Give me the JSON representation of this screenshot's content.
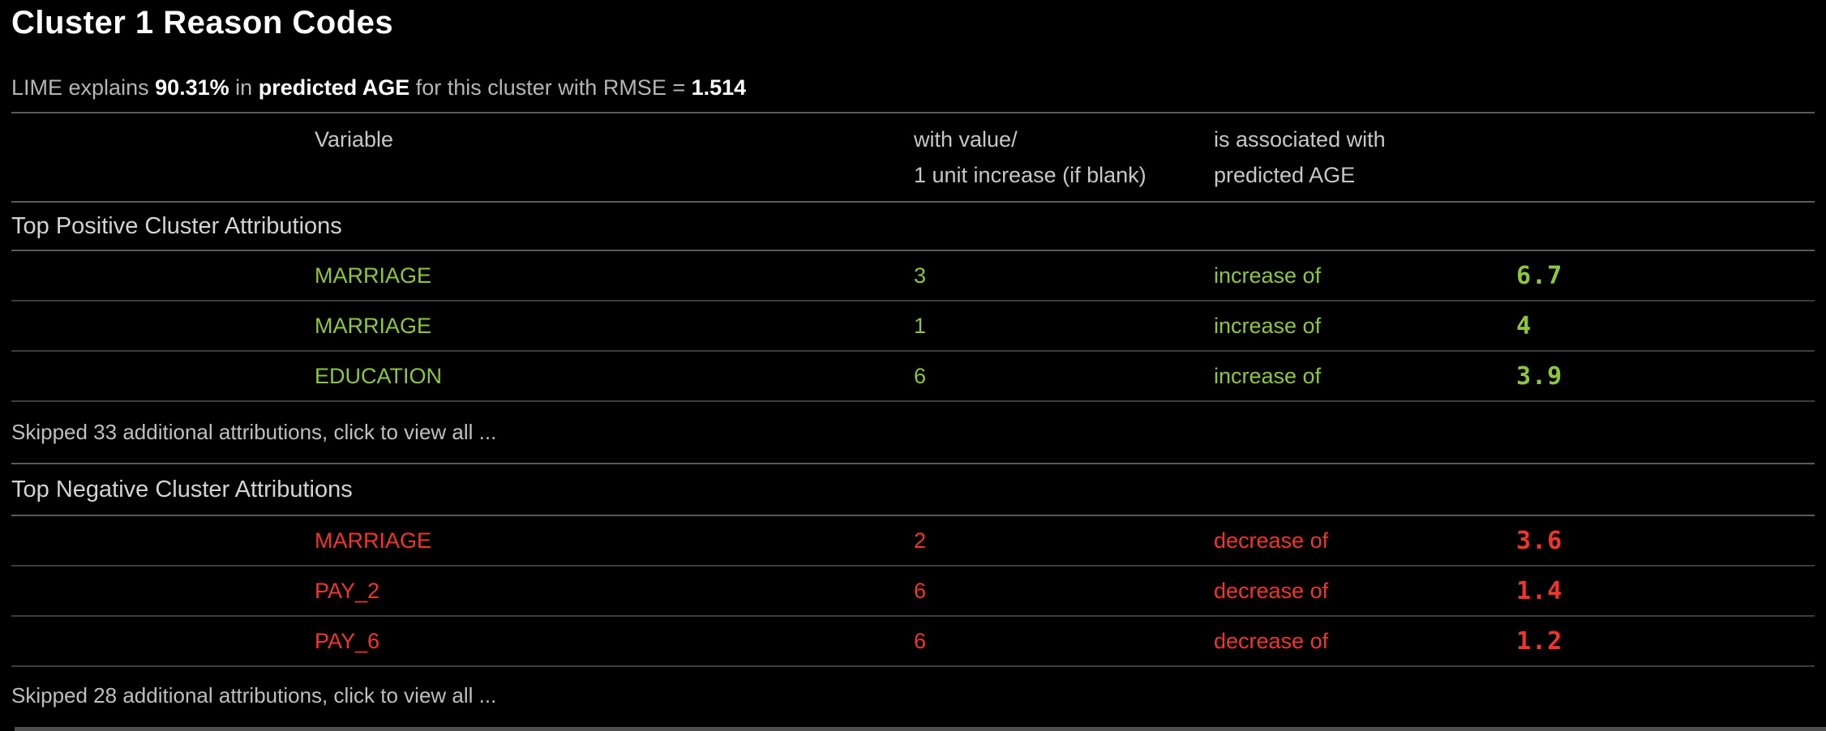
{
  "page": {
    "title": "Cluster 1 Reason Codes",
    "subtitle_parts": [
      {
        "text": "LIME explains ",
        "emphasis": false
      },
      {
        "text": "90.31%",
        "emphasis": true
      },
      {
        "text": " in ",
        "emphasis": false
      },
      {
        "text": "predicted AGE",
        "emphasis": true
      },
      {
        "text": " for this cluster with RMSE = ",
        "emphasis": false
      },
      {
        "text": "1.514",
        "emphasis": true
      }
    ]
  },
  "table": {
    "headers": {
      "variable": "Variable",
      "value_line1": "with value/",
      "value_line2": "1 unit increase (if blank)",
      "assoc_line1": "is associated with",
      "assoc_line2": "predicted AGE"
    },
    "positive": {
      "heading": "Top Positive Cluster Attributions",
      "rows": [
        {
          "variable": "MARRIAGE",
          "value": "3",
          "direction": "increase of",
          "amount": "6.7"
        },
        {
          "variable": "MARRIAGE",
          "value": "1",
          "direction": "increase of",
          "amount": "4"
        },
        {
          "variable": "EDUCATION",
          "value": "6",
          "direction": "increase of",
          "amount": "3.9"
        }
      ],
      "skipped": "Skipped 33 additional attributions, click to view all ..."
    },
    "negative": {
      "heading": "Top Negative Cluster Attributions",
      "rows": [
        {
          "variable": "MARRIAGE",
          "value": "2",
          "direction": "decrease of",
          "amount": "3.6"
        },
        {
          "variable": "PAY_2",
          "value": "6",
          "direction": "decrease of",
          "amount": "1.4"
        },
        {
          "variable": "PAY_6",
          "value": "6",
          "direction": "decrease of",
          "amount": "1.2"
        }
      ],
      "skipped": "Skipped 28 additional attributions, click to view all ..."
    }
  },
  "colors": {
    "background": "#000000",
    "positive_text": "#8dc63f",
    "negative_text": "#f0352b",
    "title_text": "#ffffff",
    "muted_text": "#b5b5b5",
    "divider_strong": "#5a5a5a",
    "divider_weak": "#3c3c3c"
  }
}
